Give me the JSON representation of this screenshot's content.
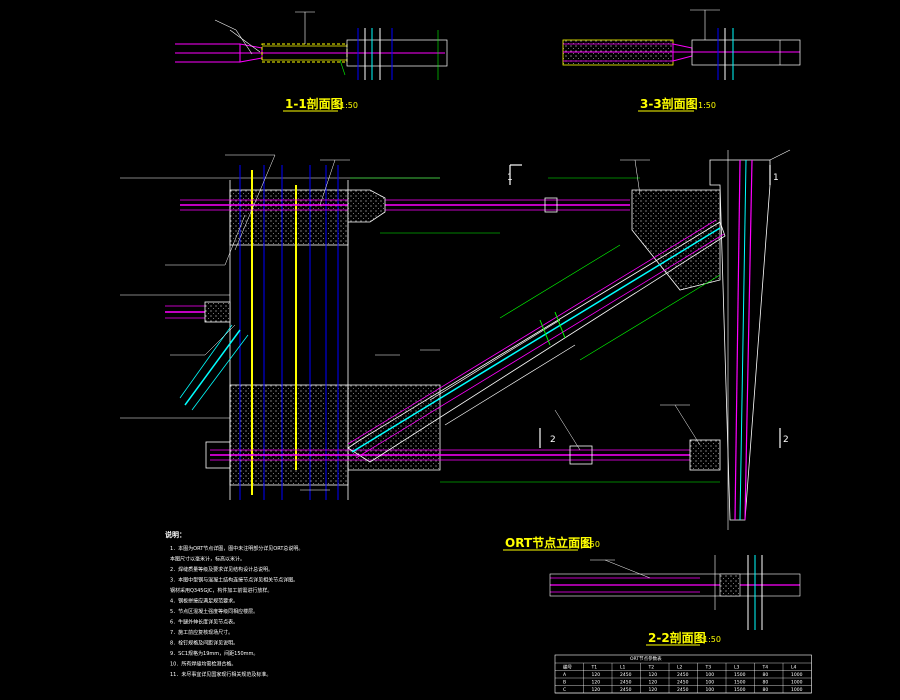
{
  "views": {
    "section_1": {
      "title": "1-1剖面图",
      "scale": "1:50"
    },
    "section_3": {
      "title": "3-3剖面图",
      "scale": "1:50"
    },
    "node_elevation": {
      "title": "ORT节点立面图",
      "scale": "1:50"
    },
    "section_2": {
      "title": "2-2剖面图",
      "scale": "1:50"
    }
  },
  "section_markers": {
    "one": "1",
    "two": "2"
  },
  "notes": {
    "title": "说明：",
    "lines": [
      "1．本图为ORT节点详图，图中未注明部分详见ORT总说明。",
      "   本图尺寸以毫米计，标高以米计。",
      "2．焊缝质量等级及要求详见结构设计总说明。",
      "3．本图中型钢与混凝土结构连接节点详见相关节点详图。",
      "   钢材采用Q345GJC，构件加工前需进行放样。",
      "4．钢板拼接应满足规范要求。",
      "5．节点区混凝土强度等级同相应楼层。",
      "6．牛腿外伸长度详见节点表。",
      "7．施工前应复核现场尺寸。",
      "8．栓钉规格及间距详见说明。",
      "9．SC1规格为19mm，间距150mm。",
      "10．所有焊缝均需检测合格。",
      "11．未尽事宜详见国家现行相关规范及标准。"
    ]
  },
  "table": {
    "title": "ORT节点参数表",
    "headers": [
      "编号",
      "T1",
      "L1",
      "T2",
      "L2",
      "T3",
      "L3",
      "T4",
      "L4"
    ],
    "rows": [
      [
        "A",
        "120",
        "2450",
        "120",
        "2450",
        "100",
        "1500",
        "80",
        "1000"
      ],
      [
        "B",
        "120",
        "2450",
        "120",
        "2450",
        "100",
        "1500",
        "80",
        "1000"
      ],
      [
        "C",
        "120",
        "2450",
        "120",
        "2450",
        "100",
        "1500",
        "80",
        "1000"
      ]
    ]
  },
  "colors": {
    "background": "#000000",
    "structure": "#ffffff",
    "steel_member": "#ff00ff",
    "concrete": "#ffff00",
    "rebar": "#0000ff",
    "dimension": "#00ff00",
    "axis": "#00ffff",
    "axis_red": "#ff0000",
    "title": "#ffff00"
  }
}
